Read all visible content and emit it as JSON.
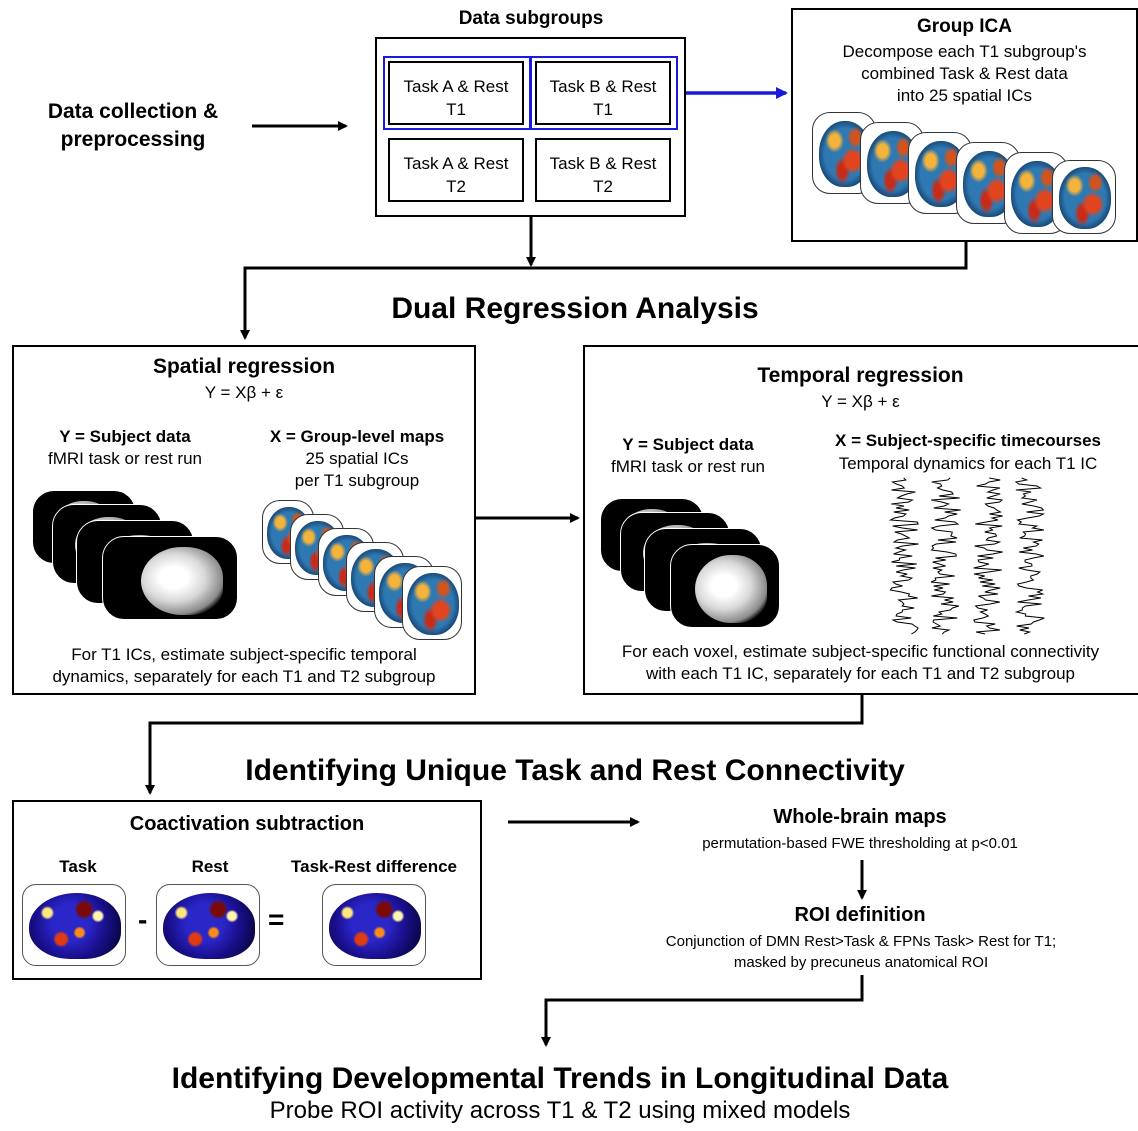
{
  "data_collection": "Data collection & preprocessing",
  "subgroups": {
    "title": "Data subgroups",
    "cells": [
      {
        "line1": "Task A & Rest",
        "line2": "T1"
      },
      {
        "line1": "Task B & Rest",
        "line2": "T1"
      },
      {
        "line1": "Task A & Rest",
        "line2": "T2"
      },
      {
        "line1": "Task B & Rest",
        "line2": "T2"
      }
    ],
    "highlight_color": "#1a1adb"
  },
  "group_ica": {
    "title": "Group ICA",
    "desc_lines": [
      "Decompose each T1 subgroup's",
      "combined Task & Rest data",
      "into 25 spatial ICs"
    ]
  },
  "dual_regression": {
    "heading": "Dual Regression Analysis",
    "spatial": {
      "title": "Spatial regression",
      "equation": "Y = Xβ + ε",
      "y_title": "Y = Subject data",
      "y_sub": "fMRI task or rest run",
      "x_title": "X = Group-level maps",
      "x_sub_lines": [
        "25 spatial ICs",
        "per T1 subgroup"
      ],
      "footer_lines": [
        "For T1 ICs, estimate subject-specific temporal",
        "dynamics, separately for each T1 and T2 subgroup"
      ]
    },
    "temporal": {
      "title": "Temporal regression",
      "equation": "Y = Xβ + ε",
      "y_title": "Y = Subject data",
      "y_sub": "fMRI task or rest run",
      "x_title": "X = Subject-specific timecourses",
      "x_sub": "Temporal dynamics for each T1 IC",
      "footer_lines": [
        "For each voxel, estimate subject-specific functional connectivity",
        "with each T1 IC, separately for each T1 and T2 subgroup"
      ]
    }
  },
  "unique": {
    "heading": "Identifying Unique Task and Rest Connectivity",
    "coactivation": {
      "title": "Coactivation subtraction",
      "labels": [
        "Task",
        "Rest",
        "Task-Rest difference"
      ],
      "minus": "-",
      "equals": "="
    },
    "whole_brain": {
      "title": "Whole-brain maps",
      "sub": "permutation-based FWE thresholding at p<0.01"
    },
    "roi": {
      "title": "ROI definition",
      "lines": [
        "Conjunction of DMN Rest>Task & FPNs Task> Rest for T1;",
        "masked by precuneus anatomical ROI"
      ]
    }
  },
  "developmental": {
    "heading": "Identifying Developmental Trends in Longitudinal Data",
    "sub": "Probe ROI activity across T1 & T2 using mixed models"
  }
}
